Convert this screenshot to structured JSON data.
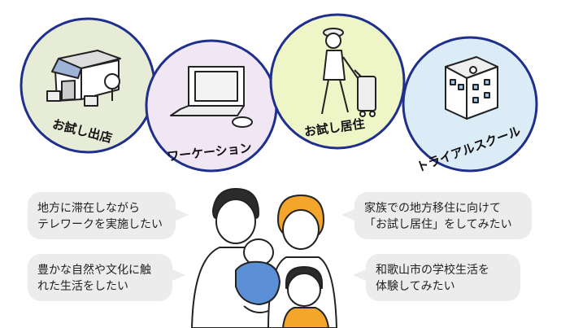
{
  "circles": [
    {
      "label": "お試し出店",
      "color": "#e7ecd6"
    },
    {
      "label": "ワーケーション",
      "color": "#f1e6f4"
    },
    {
      "label": "お試し居住",
      "color": "#eef6c8"
    },
    {
      "label": "トライアルスクール",
      "color": "#dcecf6"
    }
  ],
  "bubbles": {
    "top_left": {
      "line1": "地方に滞在しながら",
      "line2": "テレワークを実施したい"
    },
    "bottom_left": {
      "line1": "豊かな自然や文化に触",
      "line2": "れた生活をしたい"
    },
    "top_right": {
      "line1": "家族での地方移住に向けて",
      "line2": "「お試し居住」をしてみたい"
    },
    "bottom_right": {
      "line1": "和歌山市の学校生活を",
      "line2": "体験してみたい"
    }
  },
  "colors": {
    "ring": "#1e2f8c",
    "bubble": "#ececec",
    "blue_shirt": "#5b8fd6",
    "orange_hair": "#f4a62a"
  },
  "icons": [
    "shop-icon",
    "laptop-icon",
    "traveler-icon",
    "school-icon",
    "family-illustration"
  ]
}
